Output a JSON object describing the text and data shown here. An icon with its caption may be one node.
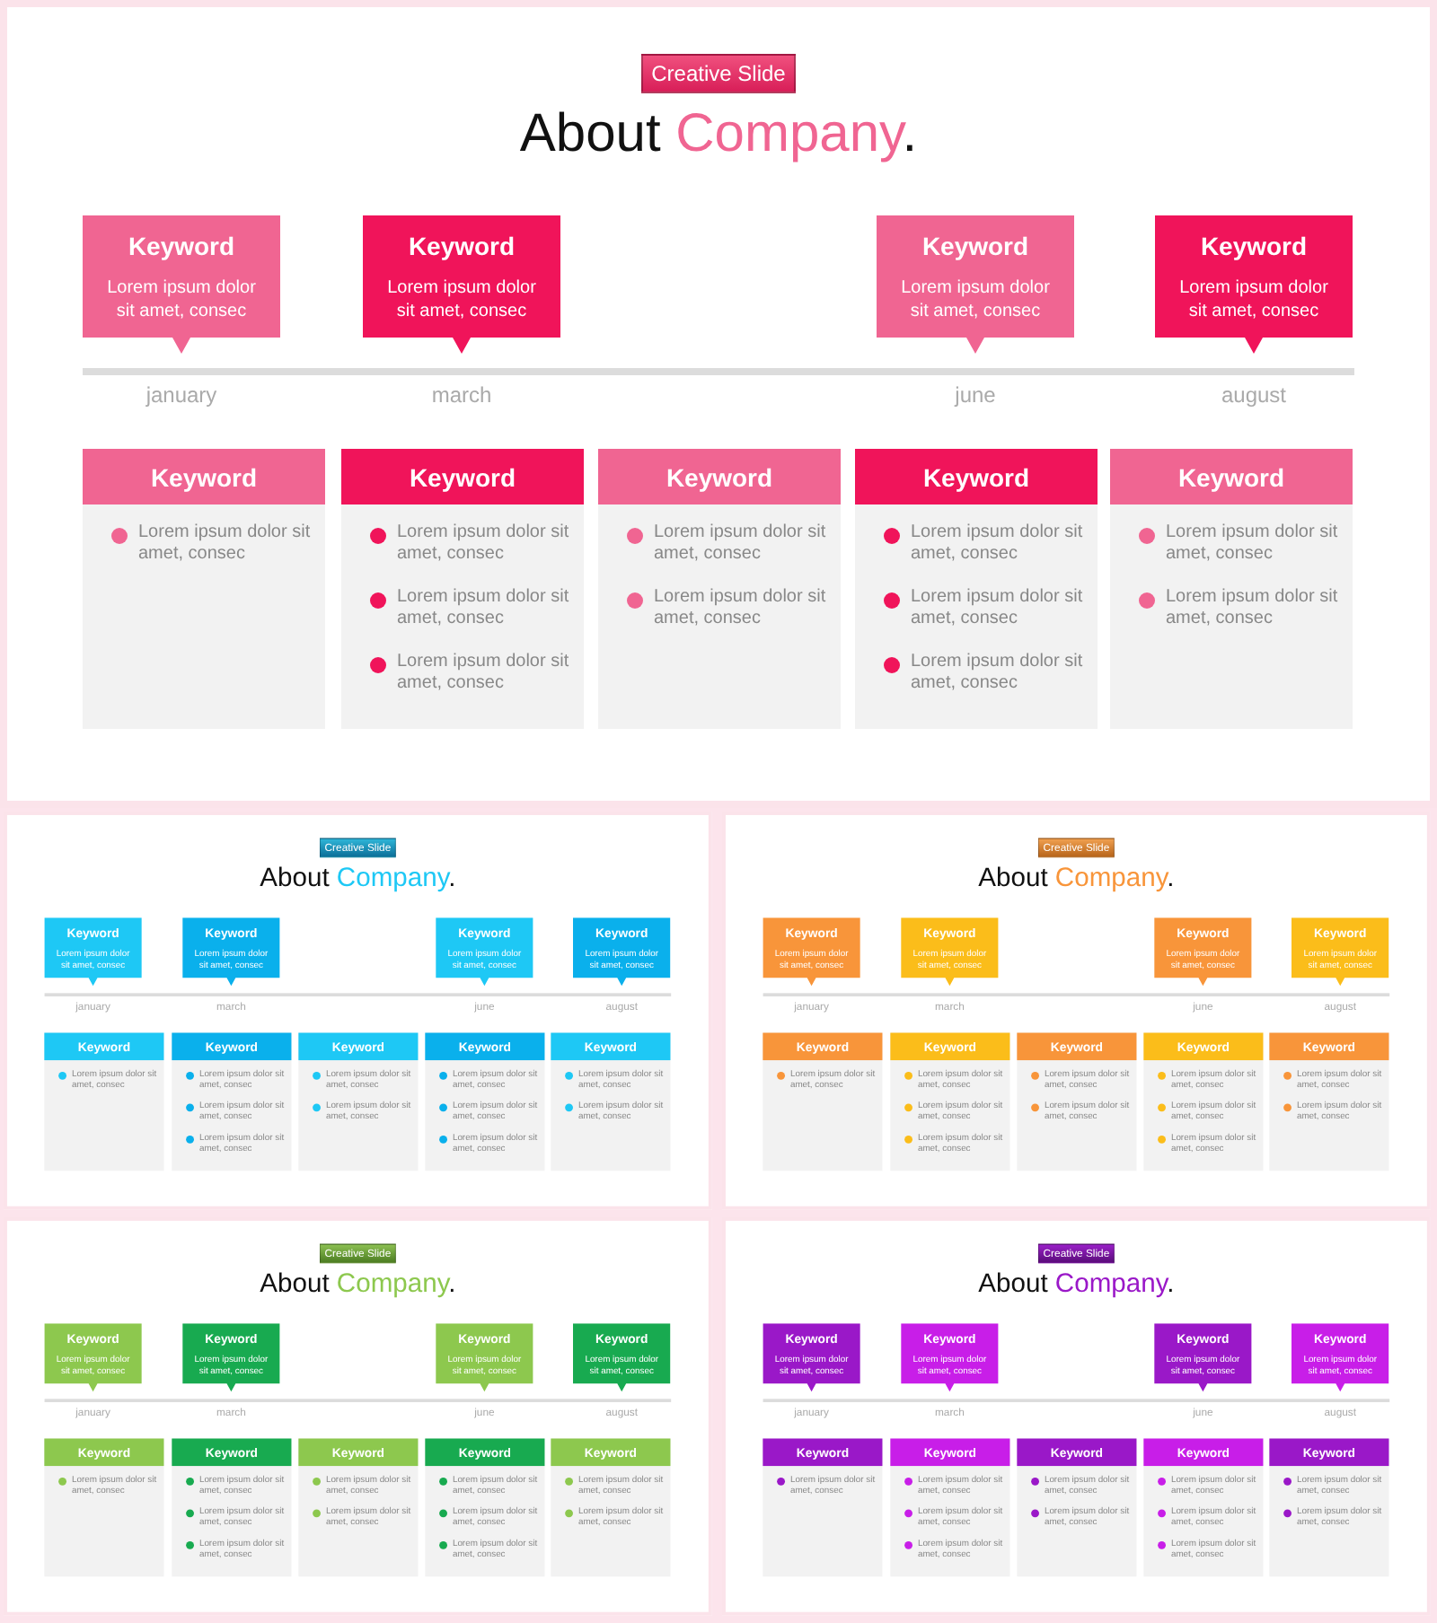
{
  "diagram": {
    "nodes": [
      {
        "text": [
          "Creative Slide"
        ]
      },
      {
        "text": [
          "Keyword",
          "Lorem ipsum dolor sit amet, consec"
        ]
      },
      {
        "text": [
          "Keyword",
          "Lorem ipsum dolor sit amet, consec"
        ]
      },
      {
        "text": [
          "Keyword",
          "Lorem ipsum dolor sit amet, consec"
        ]
      },
      {
        "text": [
          "Keyword",
          "Lorem ipsum dolor sit amet, consec"
        ]
      },
      {
        "text": [
          "Keyword",
          "Lorem ipsum dolor sit amet, consec"
        ]
      },
      {
        "text": [
          "Keyword",
          "Lorem ipsum dolor sit amet, consec",
          "Lorem ipsum dolor sit amet, consec",
          "Lorem ipsum dolor sit amet, consec"
        ]
      },
      {
        "text": [
          "Keyword",
          "Lorem ipsum dolor sit amet, consec",
          "Lorem ipsum dolor sit amet, consec"
        ]
      },
      {
        "text": [
          "Keyword",
          "Lorem ipsum dolor sit amet, consec",
          "Lorem ipsum dolor sit amet, consec",
          "Lorem ipsum dolor sit amet, consec"
        ]
      },
      {
        "text": [
          "Keyword",
          "Lorem ipsum dolor sit amet, consec",
          "Lorem ipsum dolor sit amet, consec"
        ]
      },
      {
        "text": [
          "Creative Slide"
        ]
      },
      {
        "text": [
          "Keyword",
          "Lorem ipsum dolor sit amet, consec"
        ]
      },
      {
        "text": [
          "Keyword",
          "Lorem ipsum dolor sit amet, consec"
        ]
      },
      {
        "text": [
          "Keyword",
          "Lorem ipsum dolor sit amet, consec"
        ]
      },
      {
        "text": [
          "Keyword",
          "Lorem ipsum dolor sit amet, consec"
        ]
      },
      {
        "text": [
          "Keyword",
          "Lorem ipsum dolor sit amet, consec"
        ]
      },
      {
        "text": [
          "Keyword",
          "Lorem ipsum dolor sit amet, consec",
          "Lorem ipsum dolor sit amet, consec",
          "Lorem ipsum dolor sit amet, consec"
        ]
      },
      {
        "text": [
          "Keyword",
          "Lorem ipsum dolor sit amet, consec",
          "Lorem ipsum dolor sit amet, consec"
        ]
      },
      {
        "text": [
          "Keyword",
          "Lorem ipsum dolor sit amet, consec",
          "Lorem ipsum dolor sit amet, consec",
          "Lorem ipsum dolor sit amet, consec"
        ]
      },
      {
        "text": [
          "Keyword",
          "Lorem ipsum dolor sit amet, consec",
          "Lorem ipsum dolor sit amet, consec"
        ]
      },
      {
        "text": [
          "Creative Slide"
        ]
      },
      {
        "text": [
          "Keyword",
          "Lorem ipsum dolor sit amet, consec"
        ]
      },
      {
        "text": [
          "Keyword",
          "Lorem ipsum dolor sit amet, consec"
        ]
      },
      {
        "text": [
          "Keyword",
          "Lorem ipsum dolor sit amet, consec"
        ]
      },
      {
        "text": [
          "Keyword",
          "Lorem ipsum dolor sit amet, consec"
        ]
      },
      {
        "text": [
          "Keyword",
          "Lorem ipsum dolor sit amet, consec"
        ]
      },
      {
        "text": [
          "Keyword",
          "Lorem ipsum dolor sit amet, consec",
          "Lorem ipsum dolor sit amet, consec",
          "Lorem ipsum dolor sit amet, consec"
        ]
      },
      {
        "text": [
          "Keyword",
          "Lorem ipsum dolor sit amet, consec",
          "Lorem ipsum dolor sit amet, consec"
        ]
      },
      {
        "text": [
          "Keyword",
          "Lorem ipsum dolor sit amet, consec",
          "Lorem ipsum dolor sit amet, consec",
          "Lorem ipsum dolor sit amet, consec"
        ]
      },
      {
        "text": [
          "Keyword",
          "Lorem ipsum dolor sit amet, consec",
          "Lorem ipsum dolor sit amet, consec"
        ]
      },
      {
        "text": [
          "Creative Slide"
        ]
      },
      {
        "text": [
          "Keyword",
          "Lorem ipsum dolor sit amet, consec"
        ]
      },
      {
        "text": [
          "Keyword",
          "Lorem ipsum dolor sit amet, consec"
        ]
      },
      {
        "text": [
          "Keyword",
          "Lorem ipsum dolor sit amet, consec"
        ]
      },
      {
        "text": [
          "Keyword",
          "Lorem ipsum dolor sit amet, consec"
        ]
      },
      {
        "text": [
          "Keyword",
          "Lorem ipsum dolor sit amet, consec"
        ]
      },
      {
        "text": [
          "Keyword",
          "Lorem ipsum dolor sit amet, consec",
          "Lorem ipsum dolor sit amet, consec",
          "Lorem ipsum dolor sit amet, consec"
        ]
      },
      {
        "text": [
          "Keyword",
          "Lorem ipsum dolor sit amet, consec",
          "Lorem ipsum dolor sit amet, consec"
        ]
      },
      {
        "text": [
          "Keyword",
          "Lorem ipsum dolor sit amet, consec",
          "Lorem ipsum dolor sit amet, consec",
          "Lorem ipsum dolor sit amet, consec"
        ]
      },
      {
        "text": [
          "Keyword",
          "Lorem ipsum dolor sit amet, consec",
          "Lorem ipsum dolor sit amet, consec"
        ]
      },
      {
        "text": [
          "Creative Slide"
        ]
      },
      {
        "text": [
          "Keyword",
          "Lorem ipsum dolor sit amet, consec"
        ]
      },
      {
        "text": [
          "Keyword",
          "Lorem ipsum dolor sit amet, consec"
        ]
      },
      {
        "text": [
          "Keyword",
          "Lorem ipsum dolor sit amet, consec"
        ]
      },
      {
        "text": [
          "Keyword",
          "Lorem ipsum dolor sit amet, consec"
        ]
      },
      {
        "text": [
          "Keyword",
          "Lorem ipsum dolor sit amet, consec"
        ]
      },
      {
        "text": [
          "Keyword",
          "Lorem ipsum dolor sit amet, consec",
          "Lorem ipsum dolor sit amet, consec",
          "Lorem ipsum dolor sit amet, consec"
        ]
      },
      {
        "text": [
          "Keyword",
          "Lorem ipsum dolor sit amet, consec",
          "Lorem ipsum dolor sit amet, consec"
        ]
      },
      {
        "text": [
          "Keyword",
          "Lorem ipsum dolor sit amet, consec",
          "Lorem ipsum dolor sit amet, consec",
          "Lorem ipsum dolor sit amet, consec"
        ]
      },
      {
        "text": [
          "Keyword",
          "Lorem ipsum dolor sit amet, consec",
          "Lorem ipsum dolor sit amet, consec"
        ]
      }
    ],
    "labels": [
      "About Company.",
      "january",
      "march",
      "june",
      "august",
      "About Company.",
      "january",
      "march",
      "june",
      "august",
      "About Company.",
      "january",
      "march",
      "june",
      "august",
      "About Company.",
      "january",
      "march",
      "june",
      "august",
      "About Company.",
      "january",
      "march",
      "june",
      "august"
    ]
  }
}
